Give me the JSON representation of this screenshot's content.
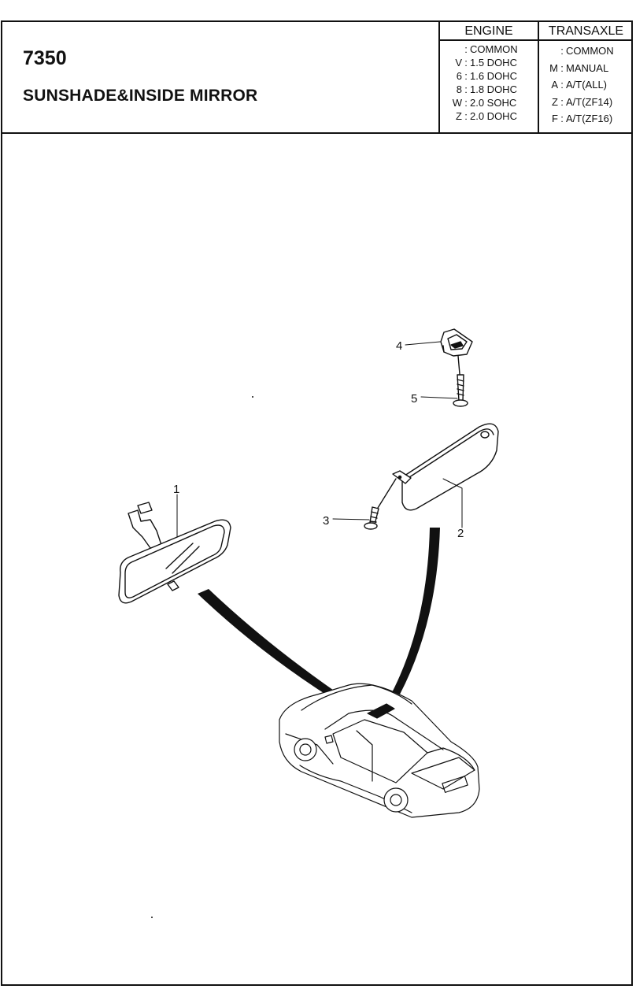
{
  "header": {
    "part_code": "7350",
    "title": "SUNSHADE&INSIDE MIRROR",
    "engine": {
      "label": "ENGINE",
      "rows": [
        {
          "key": "",
          "value": "COMMON"
        },
        {
          "key": "V",
          "value": "1.5 DOHC"
        },
        {
          "key": "6",
          "value": "1.6 DOHC"
        },
        {
          "key": "8",
          "value": "1.8 DOHC"
        },
        {
          "key": "W",
          "value": "2.0 SOHC"
        },
        {
          "key": "Z",
          "value": "2.0 DOHC"
        }
      ]
    },
    "transaxle": {
      "label": "TRANSAXLE",
      "rows": [
        {
          "key": "",
          "value": "COMMON"
        },
        {
          "key": "M",
          "value": "MANUAL"
        },
        {
          "key": "A",
          "value": "A/T(ALL)"
        },
        {
          "key": "Z",
          "value": "A/T(ZF14)"
        },
        {
          "key": "F",
          "value": "A/T(ZF16)"
        }
      ]
    }
  },
  "callouts": {
    "c1": "1",
    "c2": "2",
    "c3": "3",
    "c4": "4",
    "c5": "5"
  }
}
